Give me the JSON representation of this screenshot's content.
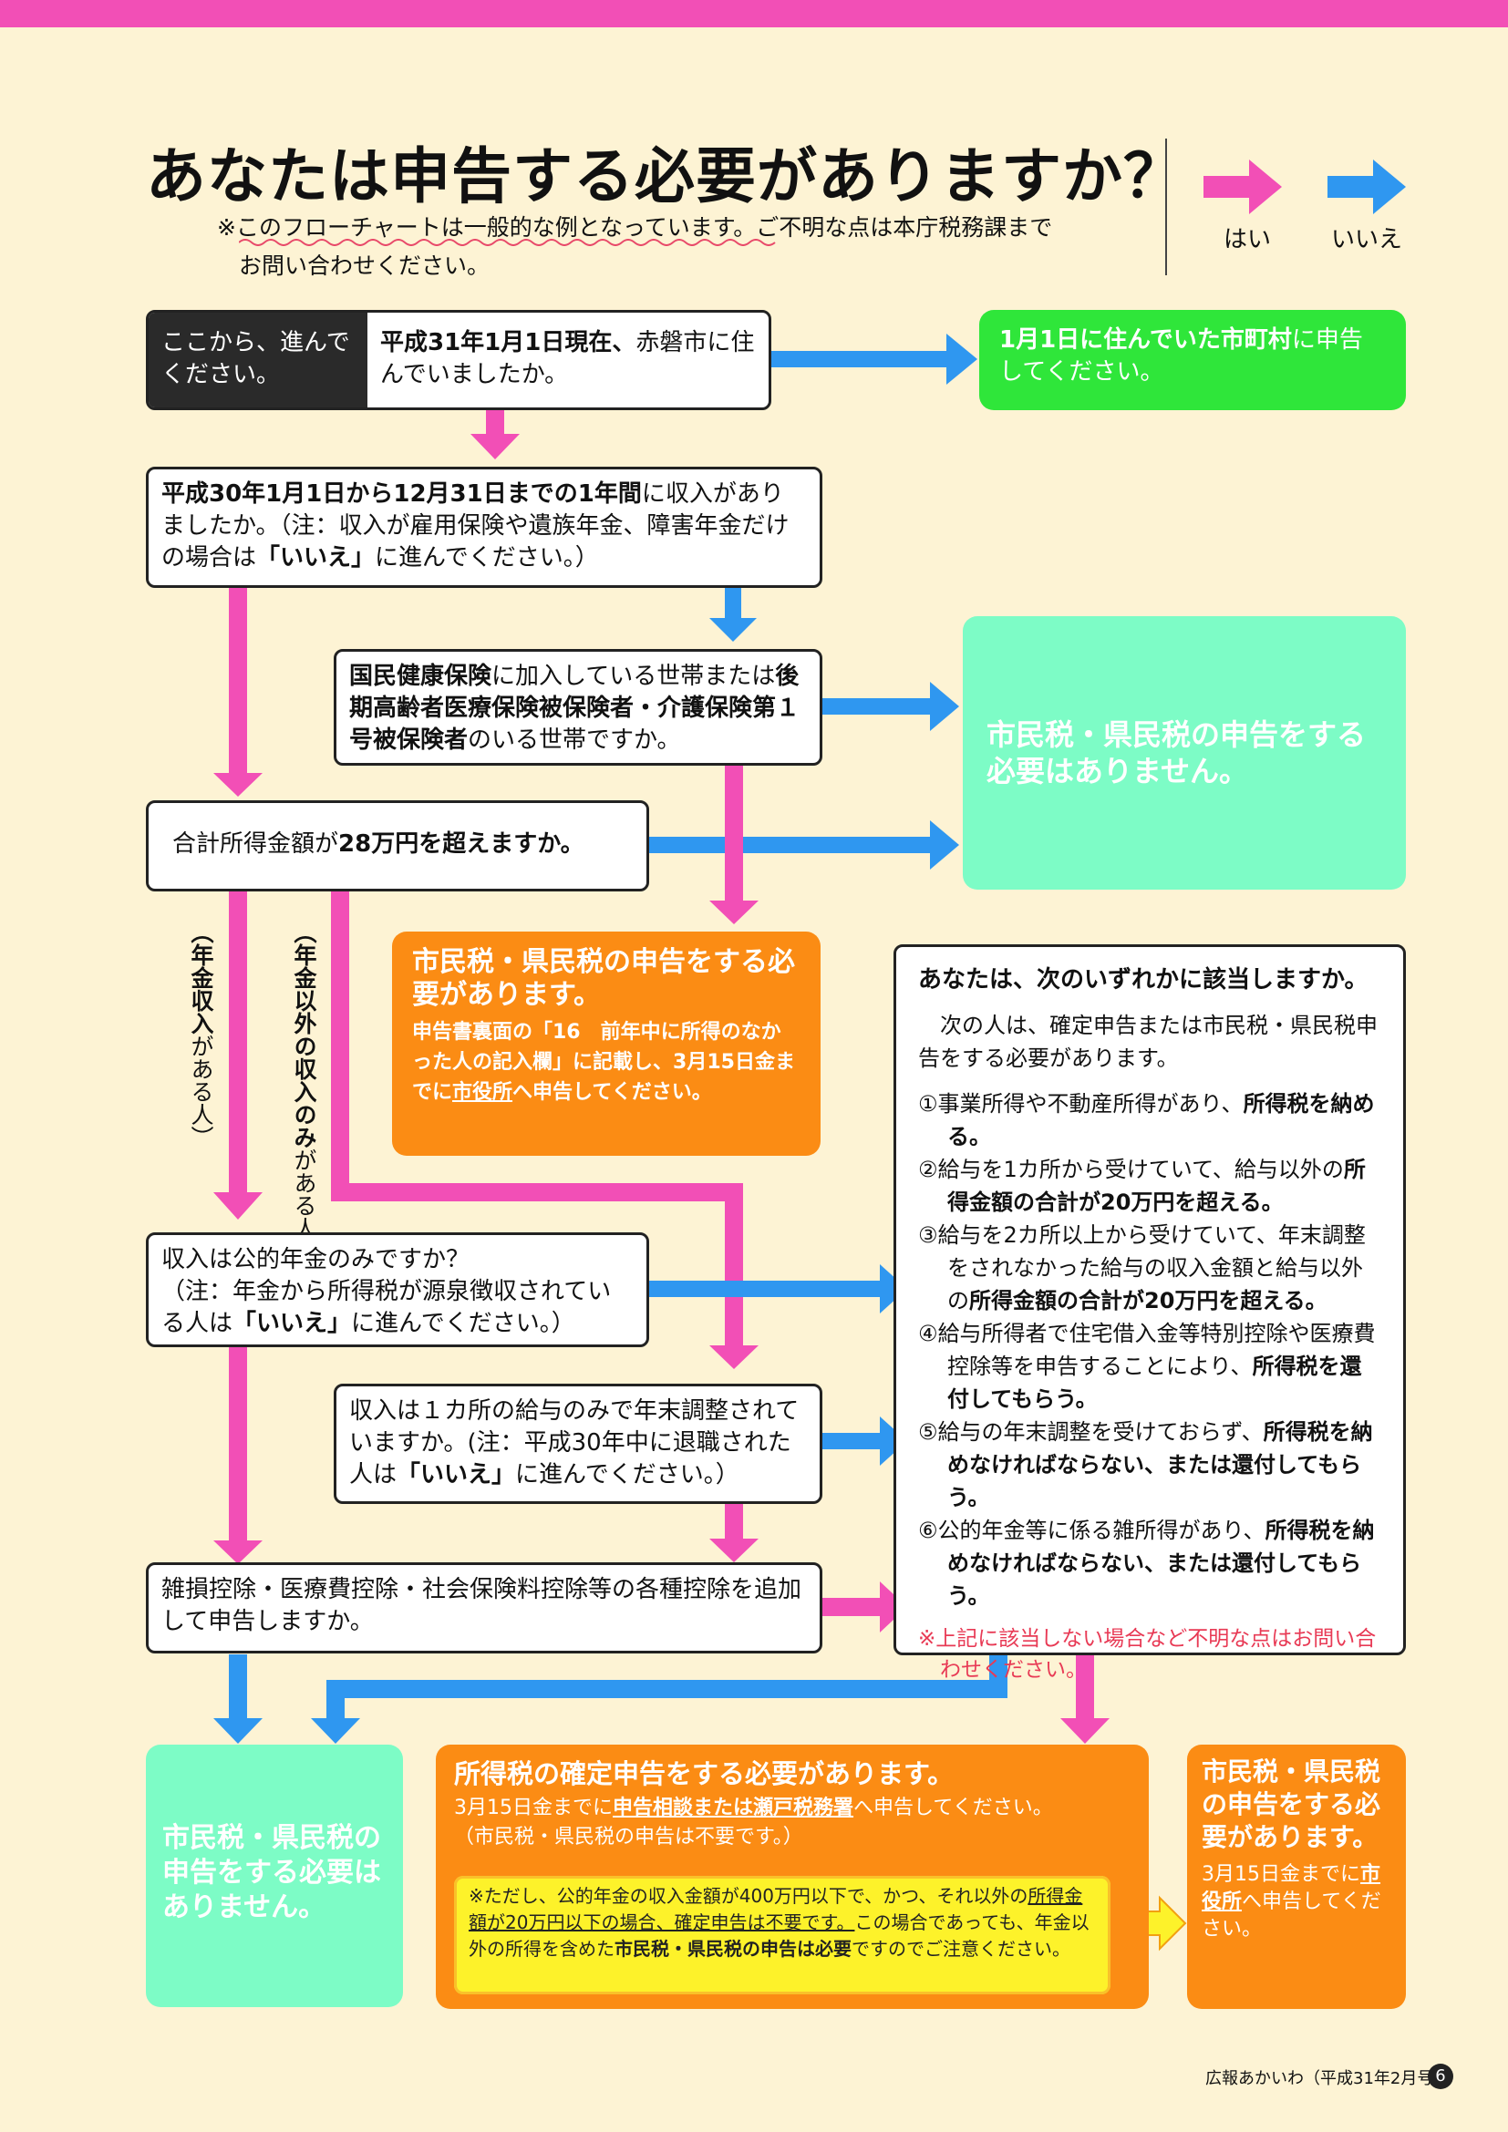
{
  "header": {
    "title": "あなたは申告する必要がありますか？",
    "note_line1": "※このフローチャートは一般的な例となっています。ご不明な点は本庁税務課まで",
    "note_line2": "お問い合わせください。"
  },
  "legend": {
    "yes": "はい",
    "no": "いいえ"
  },
  "colors": {
    "yes": "#f24fb6",
    "no": "#2f97f0",
    "green": "#2fe63a",
    "mint": "#7dfcc6",
    "orange": "#fb8c14",
    "yellow": "#fdf22a"
  },
  "flow": {
    "start_label": "ここから、進んでください。",
    "q1": {
      "bold": "平成31年1月1日現在、",
      "text": "赤磐市に住んでいましたか。"
    },
    "r_green": {
      "bold": "1月1日に住んでいた市町村",
      "text": "に申告してください。"
    },
    "q2": {
      "bold": "平成30年1月1日から12月31日までの1年間",
      "text1": "に収入がありましたか。（注：収入が雇用保険や遺族年金、障害年金だけの場合は",
      "bold2": "「いいえ」",
      "text2": "に進んでください。）"
    },
    "q3": {
      "bold1": "国民健康保険",
      "text1": "に加入している世帯または",
      "bold2": "後期高齢者医療保険被保険者・介護保険第１号被保険者",
      "text2": "のいる世帯ですか。"
    },
    "r_none1": "市民税・県民税の申告をする必要はありません。",
    "q4": {
      "text": "合計所得金額が",
      "bold": "28万円を超えますか。"
    },
    "side_pension": {
      "bold": "（年金収入",
      "text": "がある人）"
    },
    "side_other": {
      "bold": "（年金以外の収入のみ",
      "text": "がある人）"
    },
    "r_city": {
      "title": "市民税・県民税の申告をする必要があります。",
      "sub1": "申告書裏面の「16　前年中に所得のなかった人の記入欄」に記載し、",
      "sub2": "3月15日",
      "day": "金",
      "sub3": "までに",
      "office": "市役所",
      "sub4": "へ申告してください。"
    },
    "criteria": {
      "title": "あなたは、次のいずれかに該当しますか。",
      "intro": "　次の人は、確定申告または市民税・県民税申告をする必要があります。",
      "items": [
        {
          "num": "①",
          "text": "事業所得や不動産所得があり、",
          "bold": "所得税を納める。"
        },
        {
          "num": "②",
          "text": "給与を1カ所から受けていて、給与以外の",
          "bold": "所得金額の合計が20万円を超える。"
        },
        {
          "num": "③",
          "text": "給与を2カ所以上から受けていて、年末調整をされなかった給与の収入金額と給与以外の",
          "bold": "所得金額の合計が20万円を超える。"
        },
        {
          "num": "④",
          "text": "給与所得者で住宅借入金等特別控除や医療費控除等を申告することにより、",
          "bold": "所得税を還付してもらう。"
        },
        {
          "num": "⑤",
          "text": "給与の年末調整を受けておらず、",
          "bold": "所得税を納めなければならない、または還付してもらう。"
        },
        {
          "num": "⑥",
          "text": "公的年金等に係る雑所得があり、",
          "bold": "所得税を納めなければならない、または還付してもらう。"
        }
      ],
      "note": "※上記に該当しない場合など不明な点はお問い合わせください。"
    },
    "q5": {
      "line1": "収入は公的年金のみですか？",
      "line2a": "（注：年金から所得税が源泉徴収されている人は",
      "bold": "「いいえ」",
      "line2b": "に進んでください。）"
    },
    "q6": {
      "text1": "収入は１カ所の給与のみで年末調整されていますか。(注：平成30年中に退職された人は",
      "bold": "「いいえ」",
      "text2": "に進んでください。）"
    },
    "q7": {
      "text": "雑損控除・医療費控除・社会保険料控除等の各種控除を追加して申告しますか。"
    },
    "r_none2": "市民税・県民税の申告をする必要はありません。",
    "r_tax": {
      "title": "所得税の確定申告をする必要があります。",
      "sub1": "3月15日",
      "day": "金",
      "sub2": "までに",
      "consult": "申告相談または瀬戸税務署",
      "sub3": "へ申告してください。",
      "sub4": "（市民税・県民税の申告は不要です。）",
      "note1": "※ただし、公的年金の収入金額が400万円以下で、かつ、それ以外の",
      "note2": "所得金額が20万円以下の場合、確定申告は不要です。",
      "note3": "この場合であっても、年金以外の所得を含めた",
      "note_bold": "市民税・県民税の申告は必要",
      "note4": "ですのでご注意ください。"
    },
    "r_city2": {
      "title": "市民税・県民税の申告をする必要があります。",
      "sub1": "3月15日",
      "day": "金",
      "sub2": "までに",
      "office": "市役所",
      "sub3": "へ申告してください。"
    }
  },
  "footer": {
    "text": "広報あかいわ（平成31年2月号）",
    "page": "6"
  }
}
